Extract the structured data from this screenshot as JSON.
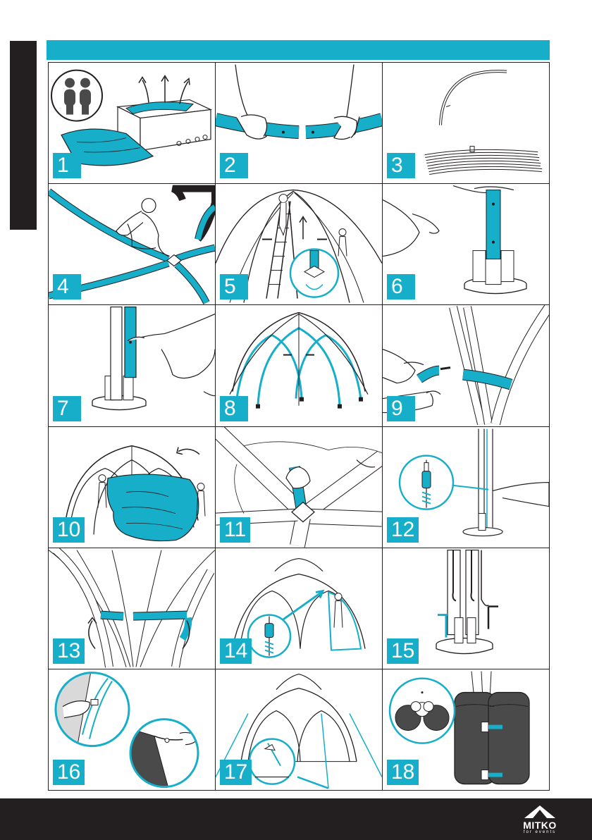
{
  "colors": {
    "accent": "#16aec9",
    "dark": "#231f20",
    "gray": "#4a4a4a"
  },
  "steps": [
    {
      "number": "1",
      "icon": "unpacking-box-illustration"
    },
    {
      "number": "2",
      "icon": "joining-tubes-illustration"
    },
    {
      "number": "3",
      "icon": "arch-tubes-illustration"
    },
    {
      "number": "4",
      "icon": "connecting-hub-illustration"
    },
    {
      "number": "5",
      "icon": "raising-frame-illustration"
    },
    {
      "number": "6",
      "icon": "base-plate-illustration"
    },
    {
      "number": "7",
      "icon": "inserting-leg-illustration"
    },
    {
      "number": "8",
      "icon": "dome-frame-illustration"
    },
    {
      "number": "9",
      "icon": "fitting-sleeve-illustration"
    },
    {
      "number": "10",
      "icon": "pulling-cover-illustration"
    },
    {
      "number": "11",
      "icon": "top-hub-illustration"
    },
    {
      "number": "12",
      "icon": "zipper-closeup-illustration"
    },
    {
      "number": "13",
      "icon": "sleeve-arrows-illustration"
    },
    {
      "number": "14",
      "icon": "zipping-wall-illustration"
    },
    {
      "number": "15",
      "icon": "pegging-base-illustration"
    },
    {
      "number": "16",
      "icon": "strap-tension-illustration"
    },
    {
      "number": "17",
      "icon": "guy-rope-illustration"
    },
    {
      "number": "18",
      "icon": "weight-bags-illustration"
    }
  ],
  "brand": {
    "name": "MITKO",
    "tagline": "for events"
  }
}
